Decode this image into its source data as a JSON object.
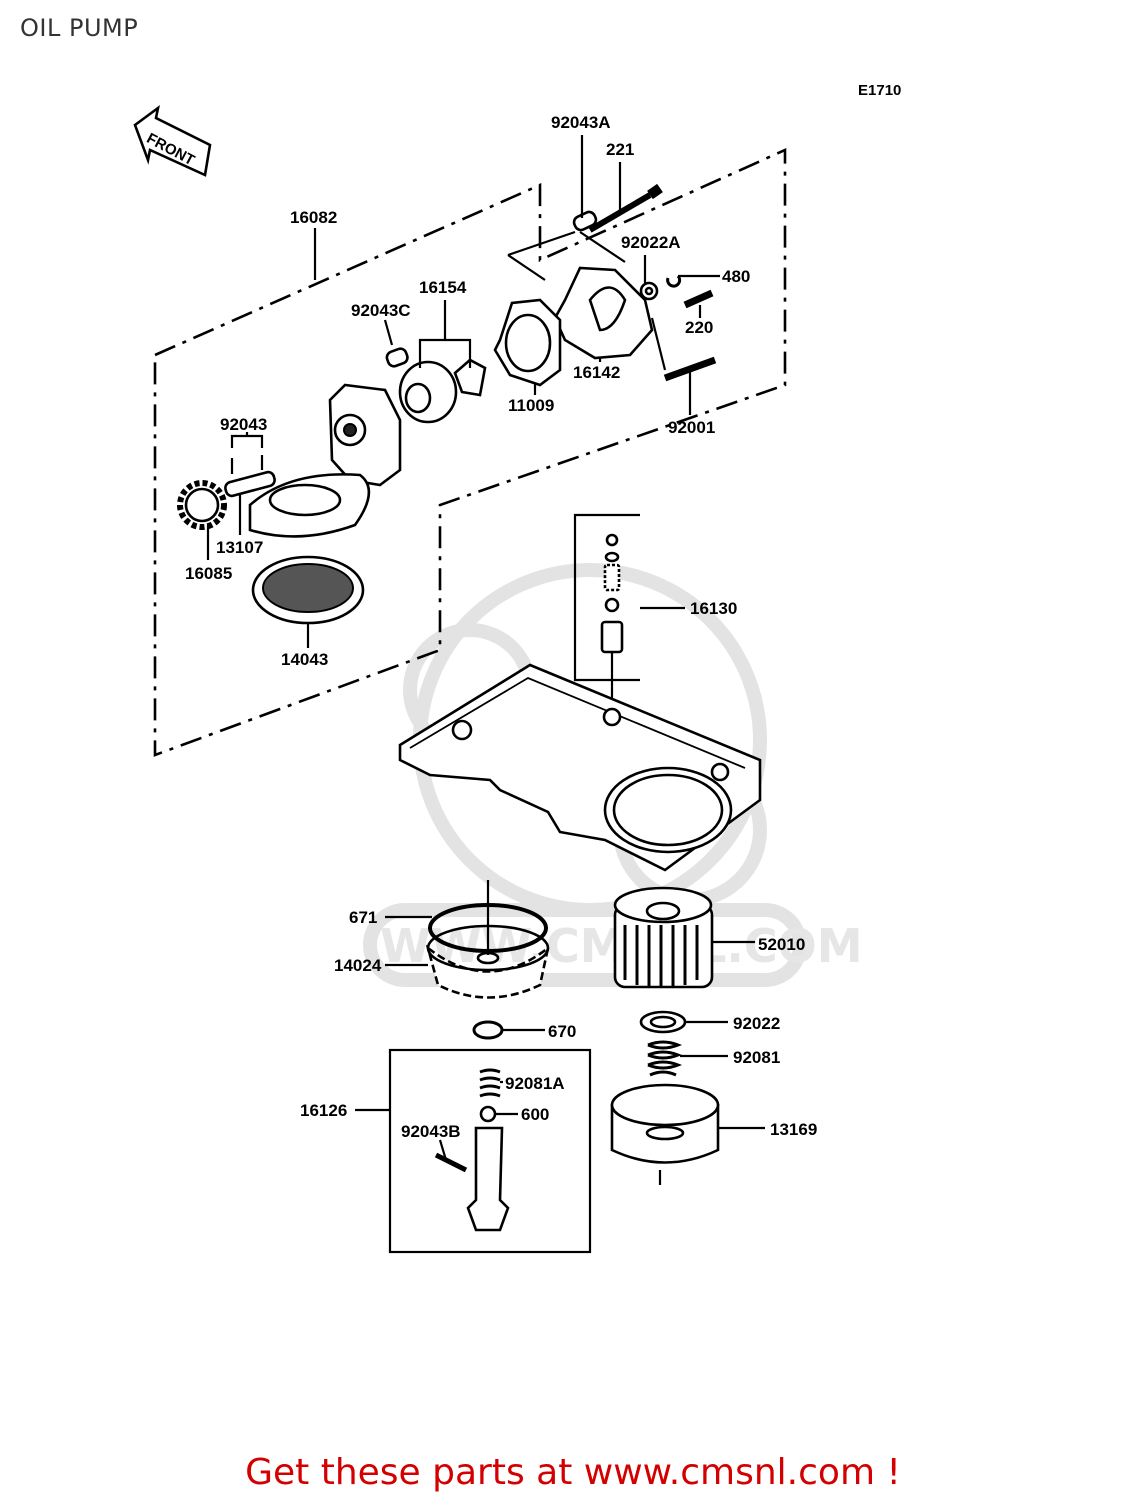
{
  "page": {
    "title": "OIL PUMP",
    "footer": "Get these parts at www.cmsnl.com !"
  },
  "diagram": {
    "code": "E1710",
    "front_label": "FRONT",
    "watermark": "WWW.CMSNL.COM",
    "callouts": {
      "p92043A": "92043A",
      "p221": "221",
      "p92022A": "92022A",
      "p480": "480",
      "p16082": "16082",
      "p16154": "16154",
      "p92043C": "92043C",
      "p220": "220",
      "p16142": "16142",
      "p11009": "11009",
      "p92001": "92001",
      "p92043": "92043",
      "p13107": "13107",
      "p16085": "16085",
      "p16130": "16130",
      "p14043": "14043",
      "p671": "671",
      "p52010": "52010",
      "p14024": "14024",
      "p670": "670",
      "p92022": "92022",
      "p92081": "92081",
      "p92081A": "92081A",
      "p16126": "16126",
      "p600": "600",
      "p92043B": "92043B",
      "p13169": "13169"
    }
  },
  "colors": {
    "footer_text": "#d40000",
    "line_art": "#000000",
    "watermark": "#e3e3e3"
  }
}
